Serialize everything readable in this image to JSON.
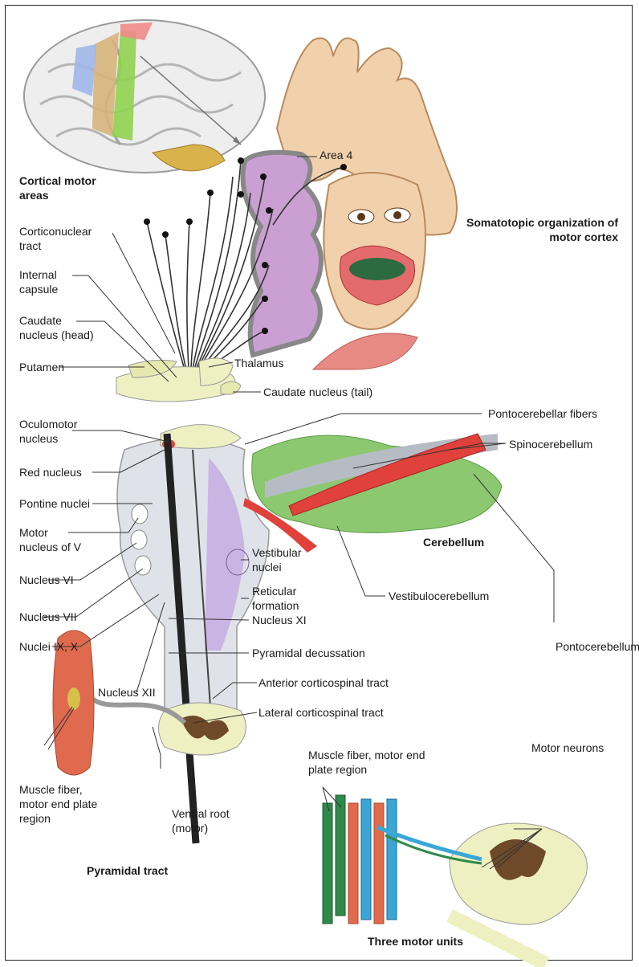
{
  "titles": {
    "cortical_motor_areas": "Cortical motor\nareas",
    "somatotopic": "Somatotopic organization of\nmotor cortex",
    "cerebellum": "Cerebellum",
    "pyramidal_tract": "Pyramidal tract",
    "three_motor_units": "Three motor units"
  },
  "labels": {
    "area4": "Area 4",
    "corticonuclear_tract": "Corticonuclear\ntract",
    "internal_capsule": "Internal\ncapsule",
    "caudate_head": "Caudate\nnucleus (head)",
    "thalamus": "Thalamus",
    "putamen": "Putamen",
    "caudate_tail": "Caudate nucleus (tail)",
    "oculomotor_nucleus": "Oculomotor\nnucleus",
    "pontocerebellar_fibers": "Pontocerebellar fibers",
    "spinocerebellum": "Spinocerebellum",
    "red_nucleus": "Red nucleus",
    "pontine_nuclei": "Pontine nuclei",
    "motor_nucleus_v": "Motor\nnucleus of V",
    "vestibular_nuclei": "Vestibular\nnuclei",
    "nucleus_vi": "Nucleus VI",
    "vestibulocerebellum": "Vestibulocerebellum",
    "reticular_formation": "Reticular\nformation",
    "nucleus_vii": "Nucleus VII",
    "nucleus_xi": "Nucleus XI",
    "nuclei_ix_x": "Nuclei IX, X",
    "pontocerebellum": "Pontocerebellum",
    "pyramidal_decussation": "Pyramidal decussation",
    "nucleus_xii": "Nucleus XII",
    "anterior_corticospinal": "Anterior corticospinal tract",
    "lateral_corticospinal": "Lateral corticospinal tract",
    "muscle_fiber_units": "Muscle fiber, motor end\nplate region",
    "motor_neurons": "Motor neurons",
    "muscle_fiber_left": "Muscle fiber,\nmotor end plate\nregion",
    "ventral_root": "Ventral root\n(motor)"
  },
  "colors": {
    "green": "#7fc45a",
    "red": "#e0413a",
    "lavender": "#c9a8d8",
    "violet": "#a98cc9",
    "flesh": "#f1d0ac",
    "cream": "#eef0c2",
    "grey": "#c8ccd2",
    "brown": "#6e4a2a",
    "blue": "#3aa6d6"
  }
}
